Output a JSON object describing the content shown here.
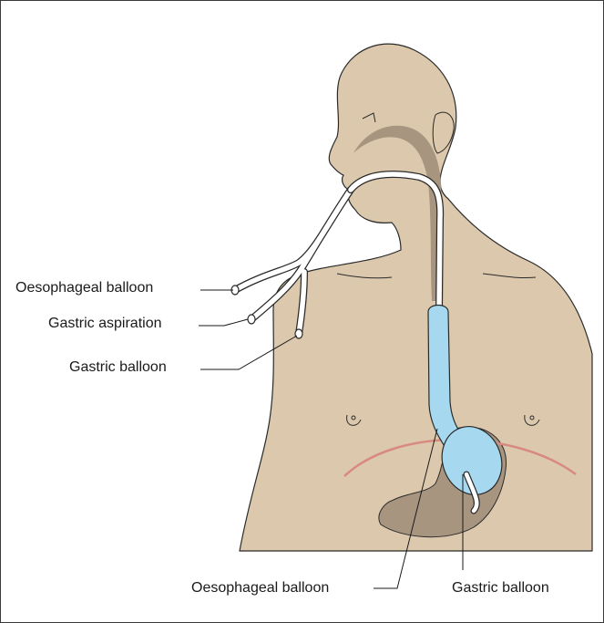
{
  "labels": {
    "oesophageal_balloon_left": "Oesophageal balloon",
    "gastric_aspiration": "Gastric aspiration",
    "gastric_balloon_left": "Gastric balloon",
    "oesophageal_balloon_bottom": "Oesophageal balloon",
    "gastric_balloon_bottom": "Gastric balloon"
  },
  "colors": {
    "skin": "#dcc9ad",
    "shadow": "#a8957f",
    "balloon": "#a6d9f0",
    "tube": "#ffffff",
    "outline": "#2a2a2a",
    "rib": "#d98a80"
  }
}
